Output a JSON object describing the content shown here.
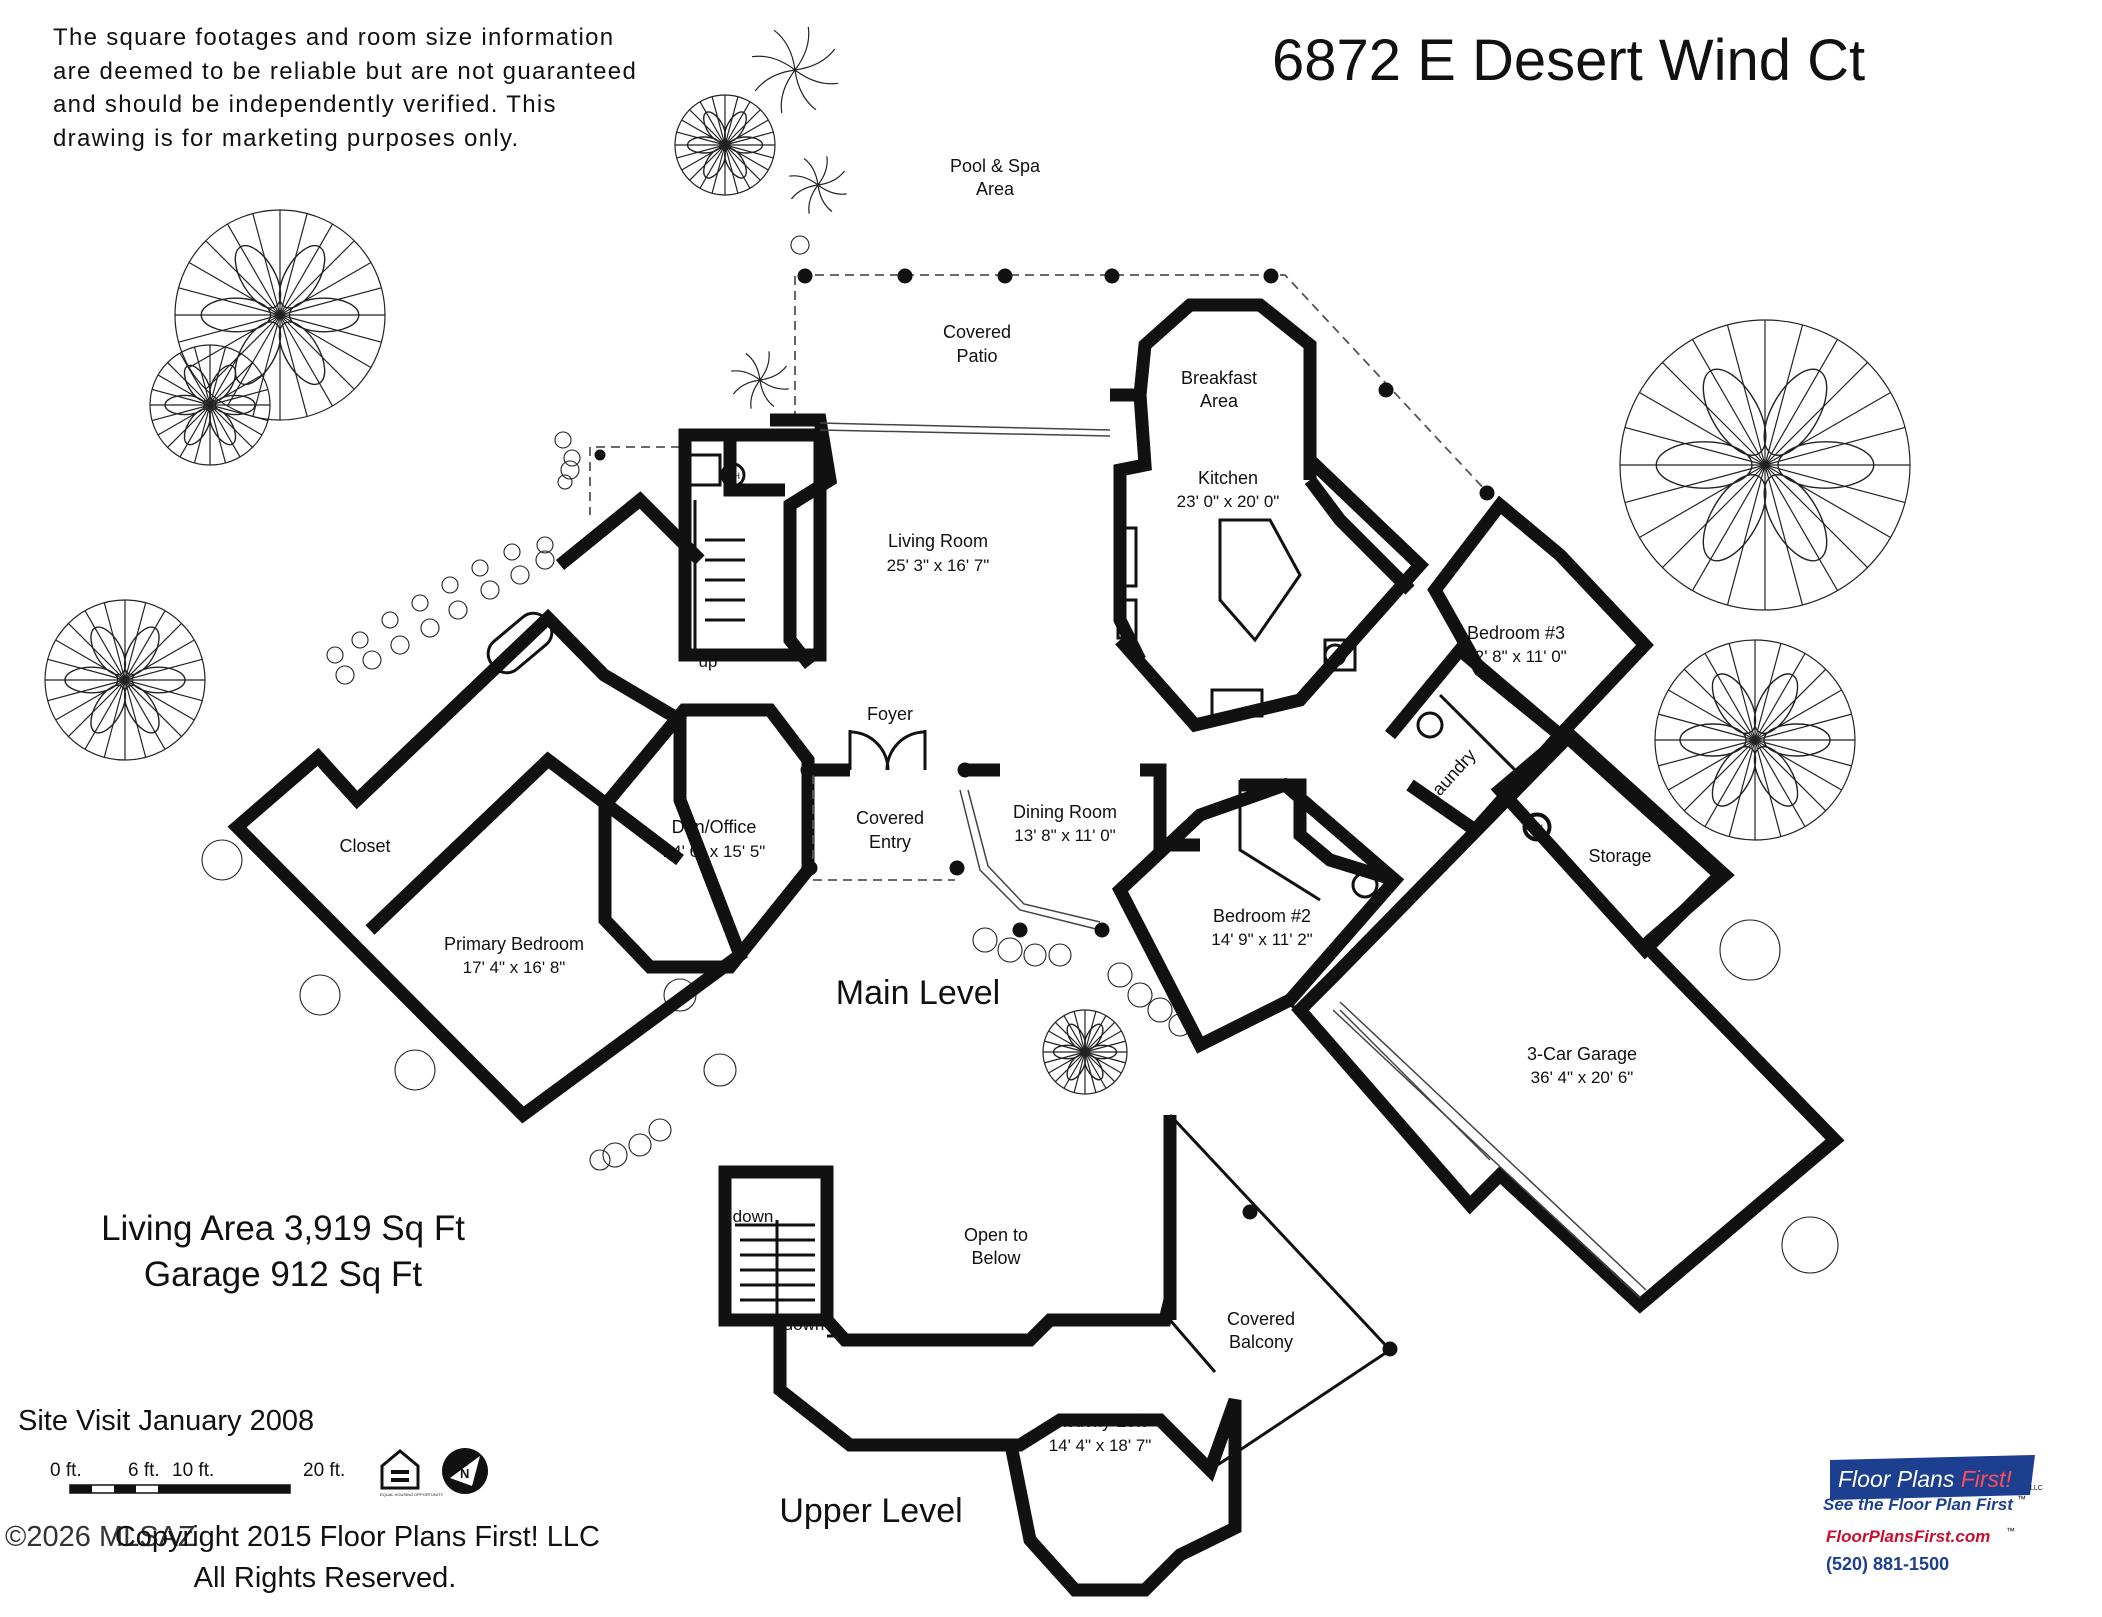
{
  "title": "6872 E Desert Wind Ct",
  "disclaimer": [
    "The square footages and room size information",
    "are deemed to be reliable but are not guaranteed",
    "and should be independently verified. This",
    "drawing is for marketing purposes only."
  ],
  "areas": {
    "living": "Living Area 3,919 Sq Ft",
    "garage": "Garage 912 Sq Ft"
  },
  "site_visit": "Site Visit January 2008",
  "scale_bar": {
    "labels": [
      "0 ft.",
      "6 ft.",
      "10 ft.",
      "20 ft."
    ]
  },
  "levels": {
    "main": "Main Level",
    "upper": "Upper Level"
  },
  "rooms": {
    "pool": [
      "Pool & Spa",
      "Area"
    ],
    "covered_patio": [
      "Covered",
      "Patio"
    ],
    "breakfast": [
      "Breakfast",
      "Area"
    ],
    "kitchen": {
      "name": "Kitchen",
      "size": "23' 0\" x 20' 0\""
    },
    "living_room": {
      "name": "Living Room",
      "size": "25' 3\" x 16' 7\""
    },
    "bedroom3": {
      "name": "Bedroom #3",
      "size": "12' 8\" x 11' 0\""
    },
    "laundry": "Laundry",
    "storage": "Storage",
    "foyer": "Foyer",
    "den": {
      "name": "Den/Office",
      "size": "14' 6\" x 15' 5\""
    },
    "covered_entry": [
      "Covered",
      "Entry"
    ],
    "dining": {
      "name": "Dining Room",
      "size": "13' 8\" x 11' 0\""
    },
    "bedroom2": {
      "name": "Bedroom #2",
      "size": "14' 9\" x 11' 2\""
    },
    "closet": "Closet",
    "primary": {
      "name": "Primary Bedroom",
      "size": "17' 4\" x 16' 8\""
    },
    "garage3": {
      "name": "3-Car Garage",
      "size": "36' 4\" x 20' 6\""
    },
    "open_below": [
      "Open to",
      "Below"
    ],
    "covered_balcony": [
      "Covered",
      "Balcony"
    ],
    "activity_loft": {
      "name": "Activity Loft",
      "size": "14' 4\" x 18' 7\""
    }
  },
  "stair_labels": {
    "up": "up",
    "down1": "down",
    "down2": "down"
  },
  "fixture_labels": {
    "water_heater": "WH"
  },
  "branding": {
    "name_a": "Floor Plans ",
    "name_b": "First!",
    "tagline": "See the Floor Plan First",
    "tm": "™",
    "llc": "LLC",
    "url": "FloorPlansFirst.com",
    "phone": "(520) 881-1500"
  },
  "copyright": [
    "©2026 MLSAZ",
    "Copyright 2015 Floor Plans First! LLC",
    "All Rights Reserved."
  ],
  "logo_text": "EQUAL HOUSING OPPORTUNITY",
  "compass": "N",
  "colors": {
    "brand_blue": "#1c3f8f",
    "brand_red": "#c8102e",
    "wall": "#111111"
  }
}
